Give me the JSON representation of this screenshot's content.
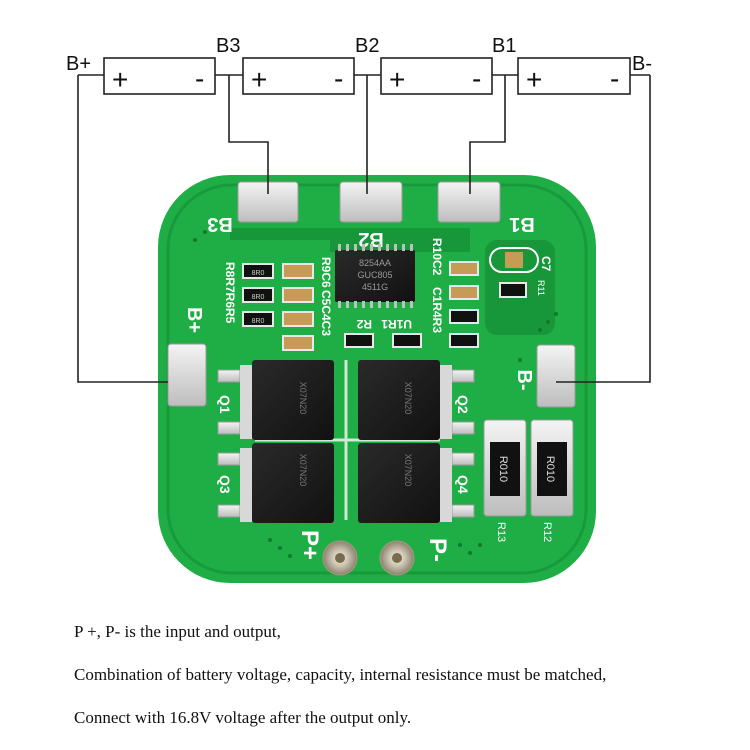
{
  "wiring": {
    "terminals": [
      "B+",
      "B3",
      "B2",
      "B1",
      "B-"
    ],
    "cell_polarity": {
      "positive": "+",
      "negative": "-"
    },
    "wire_color": "#222222"
  },
  "board": {
    "pads": {
      "b3": "B3",
      "b2": "B2",
      "b1": "B1",
      "bplus": "B+",
      "bminus": "B-",
      "pplus": "P+",
      "pminus": "P-"
    },
    "ic_text": [
      "8254AA",
      "GUC805",
      "4511G"
    ],
    "designators": {
      "r9c6": "R9C6",
      "r10c2": "R10C2",
      "r8r7r6r5": "R8R7R6R5",
      "c5c4c3": "C5C4C3",
      "c1r4r3": "C1R4R3",
      "r2": "R2",
      "u1r1": "U1R1",
      "c7": "C7",
      "r11": "R11",
      "q1": "Q1",
      "q2": "Q2",
      "q3": "Q3",
      "q4": "Q4",
      "r13": "R13",
      "r12": "R12"
    },
    "shunt_label": "R010",
    "fet_text": "X07N20",
    "smd_label": "8R0",
    "colors": {
      "pcb": "#1fae45",
      "pcb_dark": "#168a36",
      "silk": "#ffffff",
      "pad": "#d9d9d9",
      "chip": "#1c1c1c"
    }
  },
  "captions": [
    "P +, P- is the input and output,",
    "Combination of battery voltage, capacity, internal resistance must be matched,",
    "Connect with 16.8V voltage after the output only."
  ]
}
